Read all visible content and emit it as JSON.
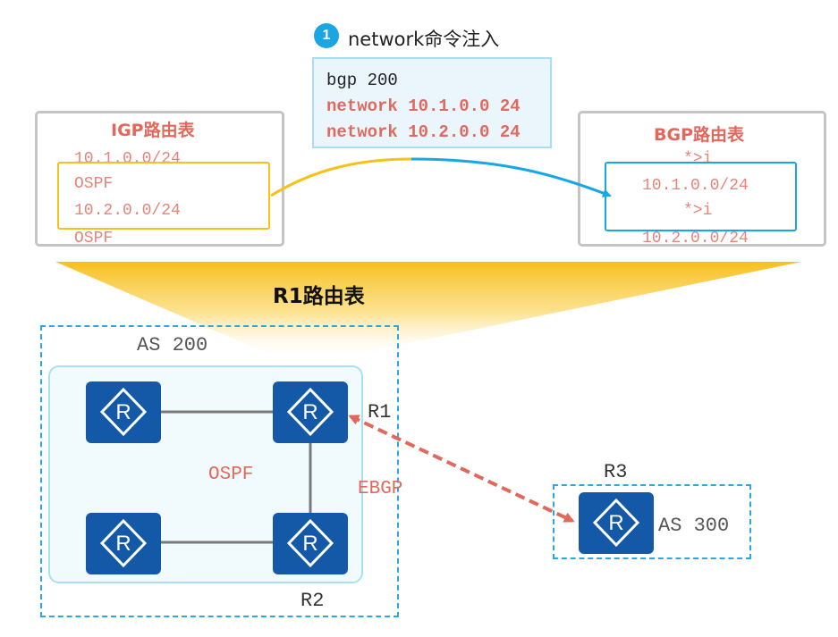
{
  "step": {
    "number": "1",
    "title": "network命令注入"
  },
  "commands": {
    "line1": "bgp 200",
    "line2": "network 10.1.0.0 24",
    "line3": "network 10.2.0.0 24"
  },
  "igp_table": {
    "title": "IGP路由表",
    "entries": [
      "10.1.0.0/24",
      "OSPF",
      "10.2.0.0/24",
      "OSPF"
    ]
  },
  "bgp_table": {
    "title": "BGP路由表",
    "entries": [
      "*>i",
      "10.1.0.0/24",
      "*>i",
      "10.2.0.0/24"
    ]
  },
  "r1_table_title": "R1路由表",
  "topology": {
    "as200_label": "AS 200",
    "as300_label": "AS 300",
    "ospf_label": "OSPF",
    "ebgp_label": "EBGP",
    "routers": {
      "r1": "R1",
      "r2": "R2",
      "r3": "R3"
    },
    "router_glyph": "R"
  },
  "colors": {
    "router_blue": "#1359a8",
    "accent_red": "#e3675a",
    "igp_highlight": "#f5c11a",
    "bgp_highlight": "#17a7e6",
    "as_border": "#2ba8de",
    "link_gray": "#7a7a7a"
  },
  "icons": {
    "router": "router-icon",
    "step": "step-number-badge"
  }
}
